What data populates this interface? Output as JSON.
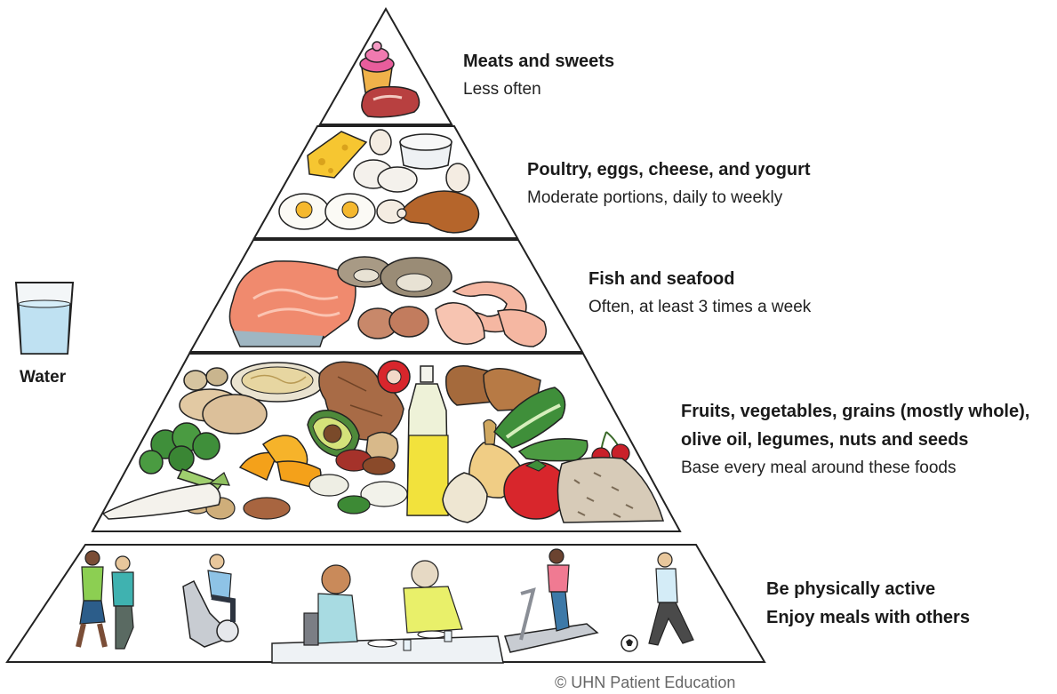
{
  "tiers": [
    {
      "id": "meats",
      "title": "Meats and sweets",
      "subtitle": "Less often"
    },
    {
      "id": "poultry",
      "title": "Poultry, eggs, cheese, and yogurt",
      "subtitle": "Moderate portions, daily to weekly"
    },
    {
      "id": "fish",
      "title": "Fish and seafood",
      "subtitle": "Often, at least 3 times a week"
    },
    {
      "id": "plants",
      "title_lines": [
        "Fruits, vegetables, grains (mostly whole),",
        "olive oil, legumes, nuts and seeds"
      ],
      "subtitle": "Base every meal around these foods"
    },
    {
      "id": "lifestyle",
      "title_lines": [
        "Be physically active",
        "Enjoy meals with others"
      ]
    }
  ],
  "water": {
    "label": "Water"
  },
  "credit": "© UHN Patient Education",
  "colors": {
    "outline": "#222222",
    "salmon": "#f08a6e",
    "cheese": "#f6c631",
    "egg_yolk": "#f5b82e",
    "olive_oil": "#f2e23c",
    "tomato": "#d8262c",
    "broccoli": "#3f8f3a",
    "bread": "#b77a45",
    "water": "#bfe1f2"
  }
}
